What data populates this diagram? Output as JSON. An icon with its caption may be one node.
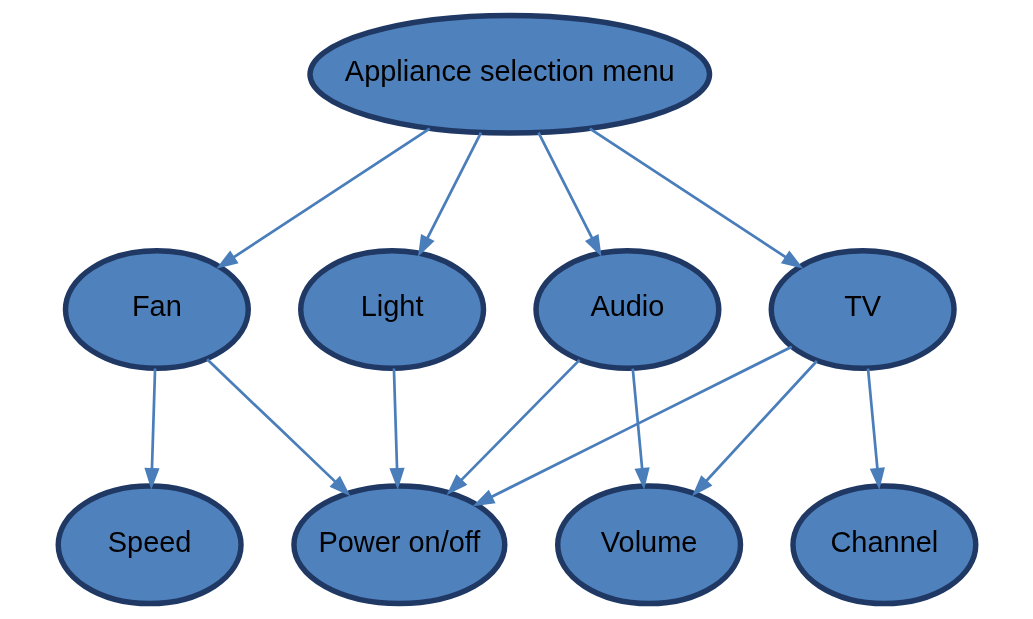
{
  "diagram": {
    "nodes": [
      {
        "text": [
          "Appliance selection menu"
        ]
      },
      {
        "text": [
          "TV"
        ]
      },
      {
        "text": [
          "Audio"
        ]
      },
      {
        "text": [
          "Fan"
        ]
      },
      {
        "text": [
          "Light"
        ]
      },
      {
        "text": [
          "Power on/off"
        ]
      },
      {
        "text": [
          "Channel"
        ]
      },
      {
        "text": [
          "Volume"
        ]
      },
      {
        "text": [
          "Speed"
        ]
      }
    ],
    "edges": [
      {
        "from": 0,
        "to": 1,
        "arrow": "to"
      },
      {
        "from": 0,
        "to": 2,
        "arrow": "to"
      },
      {
        "from": 0,
        "to": 3,
        "arrow": "to"
      },
      {
        "from": 0,
        "to": 4,
        "arrow": "to"
      },
      {
        "from": 1,
        "to": 5,
        "arrow": "to"
      },
      {
        "from": 1,
        "to": 6,
        "arrow": "to"
      },
      {
        "from": 1,
        "to": 7,
        "arrow": "to"
      },
      {
        "from": 2,
        "to": 5,
        "arrow": "to"
      },
      {
        "from": 2,
        "to": 7,
        "arrow": "to"
      },
      {
        "from": 3,
        "to": 5,
        "arrow": "to"
      },
      {
        "from": 3,
        "to": 8,
        "arrow": "to"
      },
      {
        "from": 4,
        "to": 5,
        "arrow": "to"
      }
    ]
  }
}
